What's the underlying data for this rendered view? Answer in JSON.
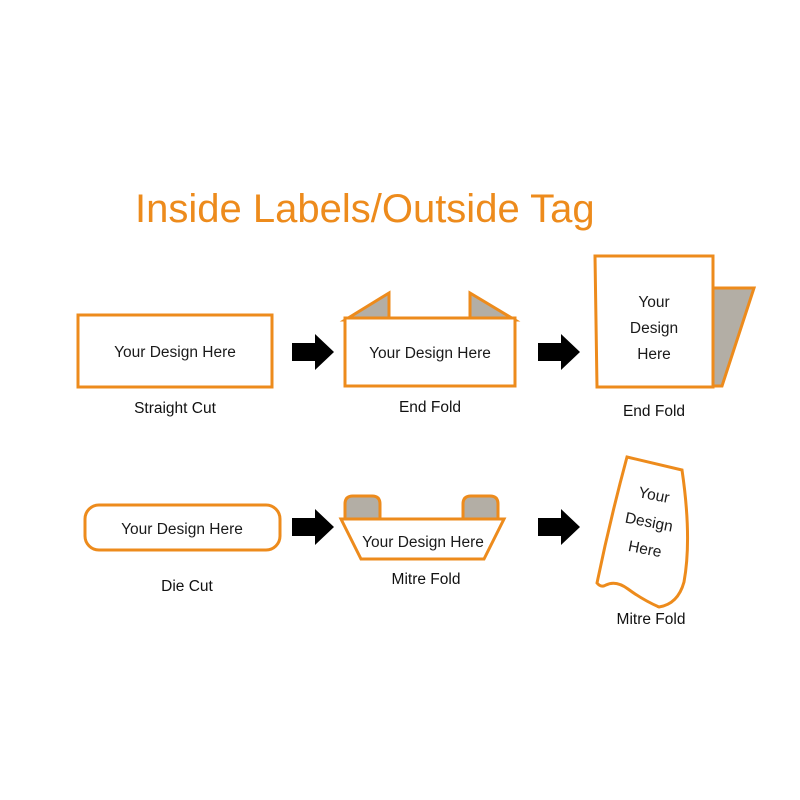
{
  "page": {
    "title": "Inside Labels/Outside Tag",
    "background": "#ffffff",
    "accent_color": "#ED8B1C",
    "fold_gray": "#B3AEA5",
    "arrow_color": "#000000",
    "text_color": "#111111"
  },
  "design_placeholder": "Your Design Here",
  "design_placeholder_lines": {
    "line1": "Your",
    "line2": "Design",
    "line3": "Here"
  },
  "rows": [
    {
      "id": "inside-labels-row",
      "steps": [
        {
          "id": "straight-cut",
          "caption": "Straight Cut",
          "label_text": "Your Design Here",
          "shape": "rectangle"
        },
        {
          "id": "end-fold-flat",
          "caption": "End Fold",
          "label_text": "Your Design Here",
          "shape": "rectangle-with-end-flaps"
        },
        {
          "id": "end-fold-folded",
          "caption": "End Fold",
          "label_text": "Your Design Here",
          "shape": "folded-tag"
        }
      ]
    },
    {
      "id": "outside-tag-row",
      "steps": [
        {
          "id": "die-cut",
          "caption": "Die Cut",
          "label_text": "Your Design Here",
          "shape": "rounded-rectangle"
        },
        {
          "id": "mitre-fold-flat",
          "caption": "Mitre Fold",
          "label_text": "Your Design Here",
          "shape": "trapezoid-with-tabs"
        },
        {
          "id": "mitre-fold-folded",
          "caption": "Mitre Fold",
          "label_text": "Your Design Here",
          "shape": "curved-folded-tag"
        }
      ]
    }
  ],
  "arrows": [
    {
      "id": "arrow-1",
      "direction": "right"
    },
    {
      "id": "arrow-2",
      "direction": "right"
    },
    {
      "id": "arrow-3",
      "direction": "right"
    },
    {
      "id": "arrow-4",
      "direction": "right"
    }
  ]
}
